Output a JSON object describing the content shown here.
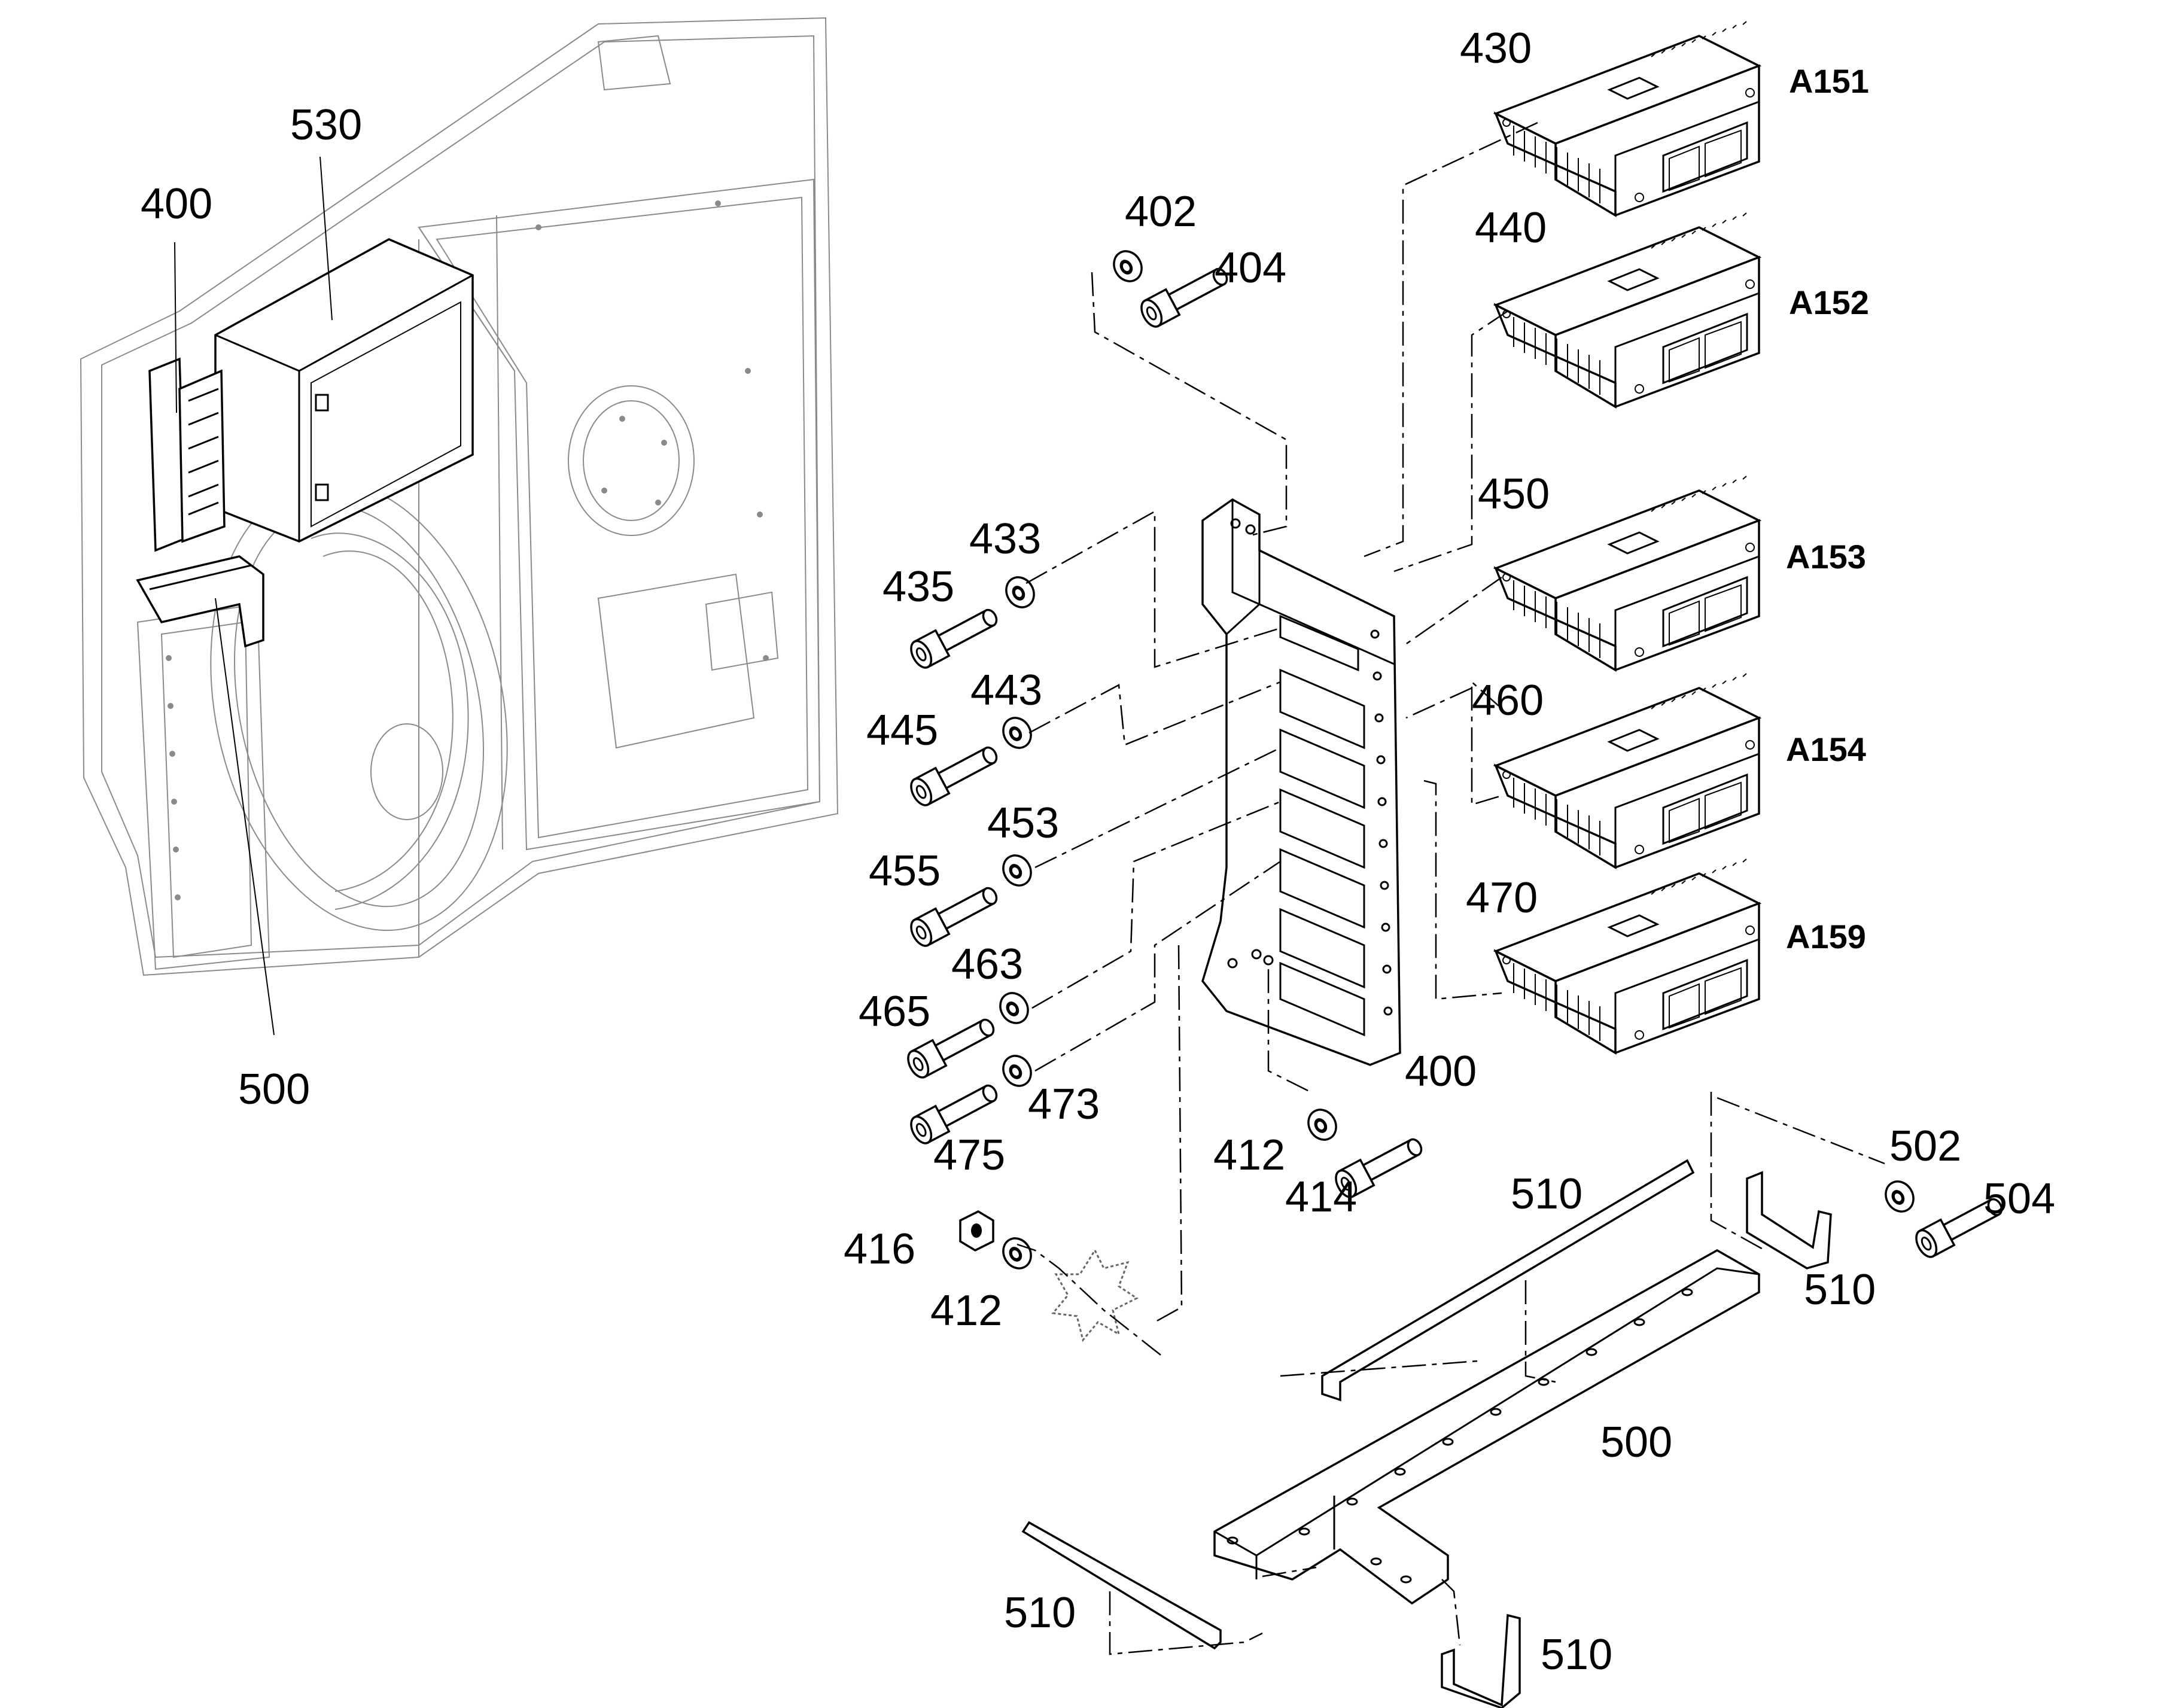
{
  "callouts": {
    "c530": "530",
    "c400a": "400",
    "c500a": "500",
    "c402": "402",
    "c404": "404",
    "c430": "430",
    "c440": "440",
    "c450": "450",
    "c460": "460",
    "c470": "470",
    "cA151": "A151",
    "cA152": "A152",
    "cA153": "A153",
    "cA154": "A154",
    "cA159": "A159",
    "c433": "433",
    "c435": "435",
    "c443": "443",
    "c445": "445",
    "c453": "453",
    "c455": "455",
    "c463": "463",
    "c465": "465",
    "c473": "473",
    "c475": "475",
    "c400b": "400",
    "c412a": "412",
    "c414": "414",
    "c416": "416",
    "c412b": "412",
    "c510a": "510",
    "c510b": "510",
    "c510c": "510",
    "c510d": "510",
    "c500b": "500",
    "c502": "502",
    "c504": "504"
  }
}
